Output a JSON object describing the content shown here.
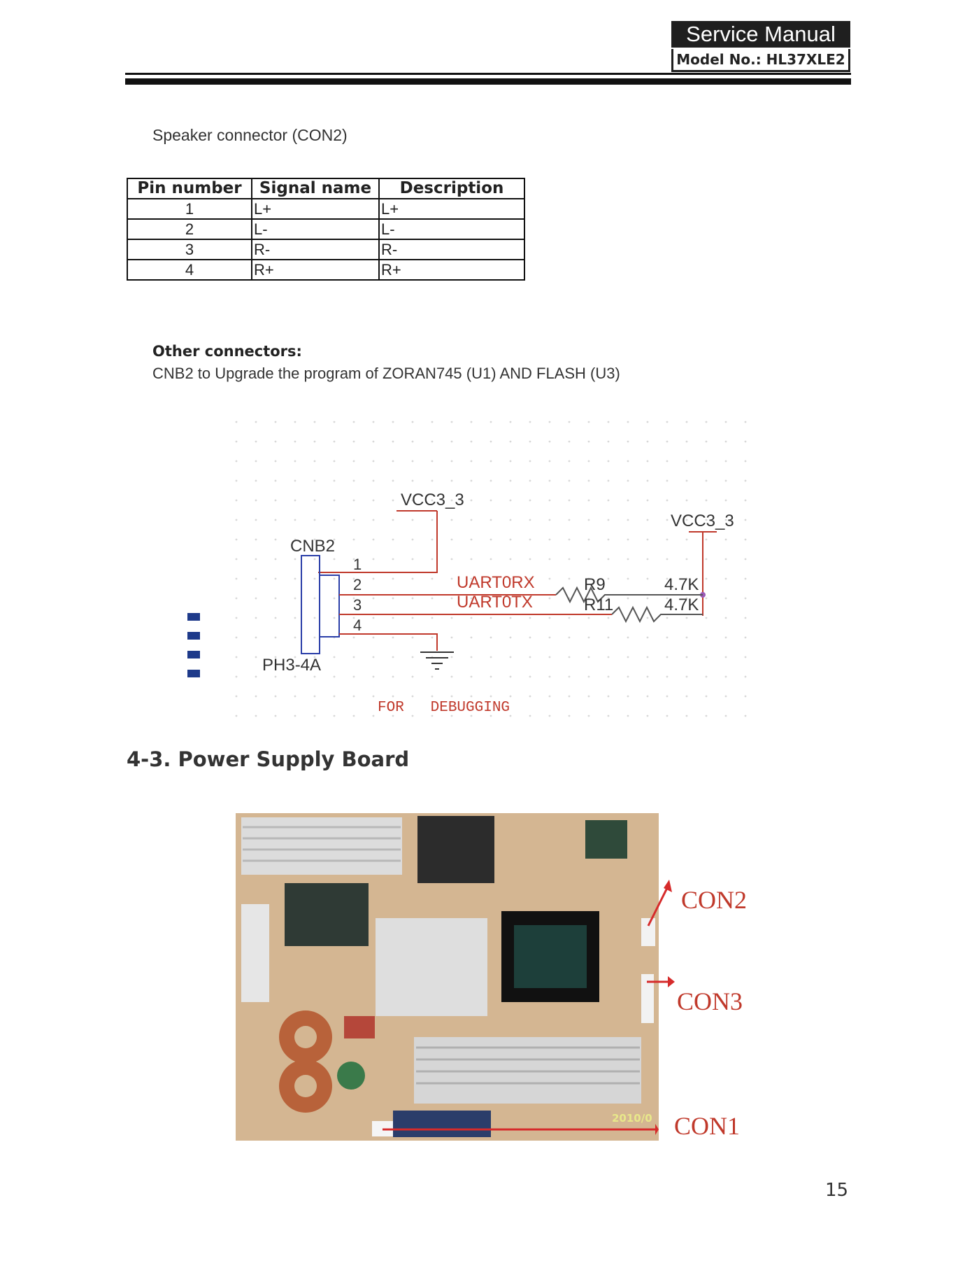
{
  "header": {
    "title": "Service Manual",
    "model": "Model No.: HL37XLE2"
  },
  "speaker": {
    "caption": "Speaker connector (CON2)",
    "columns": [
      "Pin number",
      "Signal name",
      "Description"
    ],
    "rows": [
      [
        "1",
        "L+",
        "L+"
      ],
      [
        "2",
        "L-",
        "L-"
      ],
      [
        "3",
        "R-",
        "R-"
      ],
      [
        "4",
        "R+",
        "R+"
      ]
    ]
  },
  "other": {
    "heading": "Other connectors:",
    "text": "CNB2 to Upgrade the program of ZORAN745 (U1) AND FLASH (U3)"
  },
  "schematic": {
    "vcc_left": "VCC3_3",
    "vcc_right": "VCC3_3",
    "connector": "CNB2",
    "pins": [
      "1",
      "2",
      "3",
      "4"
    ],
    "part": "PH3-4A",
    "sig_rx": "UART0RX",
    "sig_tx": "UART0TX",
    "r9": "R9",
    "r11": "R11",
    "val1": "4.7K",
    "val2": "4.7K",
    "note": "FOR   DEBUGGING"
  },
  "section": {
    "title": "4-3. Power Supply Board"
  },
  "board": {
    "labels": [
      "CON2",
      "CON3",
      "CON1"
    ],
    "date_stamp": "2010/0"
  },
  "page": {
    "number": "15"
  }
}
